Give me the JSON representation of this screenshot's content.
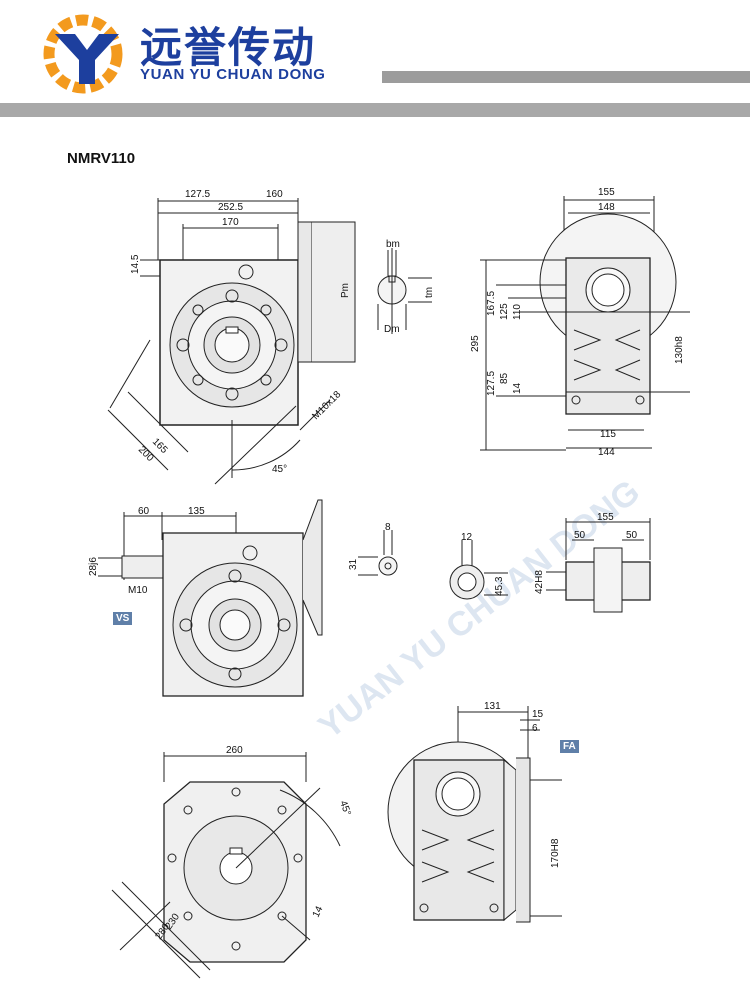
{
  "header": {
    "brand_cn": "远誉传动",
    "brand_en": "YUAN YU CHUAN DONG",
    "colors": {
      "brand_blue": "#1d3f9e",
      "logo_orange": "#f39a1e",
      "rule_gray": "#a8a8a8"
    }
  },
  "model": "NMRV110",
  "watermark": "YUAN YU CHUAN DONG",
  "icons": {
    "logo": "gear-logo-icon"
  },
  "views": {
    "front": {
      "d1": "127.5",
      "d2": "160",
      "d3": "252.5",
      "d4": "170",
      "d5": "14.5",
      "d6": "Pm",
      "d7": "M10x18",
      "d8": "165",
      "d9": "200",
      "d10": "45°"
    },
    "shaft_key": {
      "a": "bm",
      "b": "tm",
      "c": "Dm"
    },
    "side": {
      "d1": "155",
      "d2": "148",
      "d3": "295",
      "d4": "167.5",
      "d5": "125",
      "d6": "110",
      "d7": "127.5",
      "d8": "85",
      "d9": "14",
      "d10": "130h8",
      "d11": "115",
      "d12": "144"
    },
    "vs": {
      "label": "VS",
      "d1": "60",
      "d2": "135",
      "d3": "28j6",
      "d4": "M10"
    },
    "worm_key": {
      "a": "8",
      "b": "31"
    },
    "hollow_key": {
      "a": "12",
      "b": "45.3"
    },
    "output": {
      "d1": "155",
      "d2": "50",
      "d3": "50",
      "d4": "42H8"
    },
    "flange": {
      "d1": "260",
      "d2": "45°",
      "d3": "230",
      "d4": "280",
      "d5": "14"
    },
    "fa": {
      "label": "FA",
      "d1": "131",
      "d2": "15",
      "d3": "6",
      "d4": "170H8"
    }
  }
}
